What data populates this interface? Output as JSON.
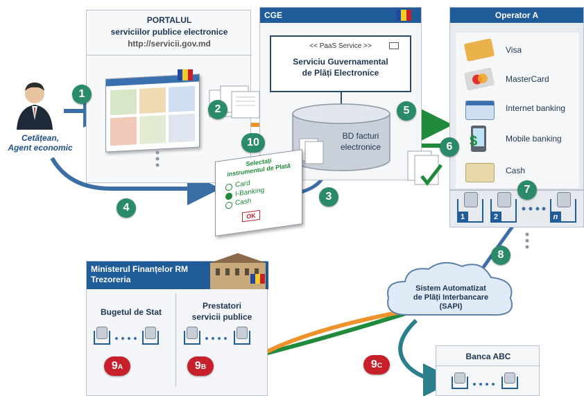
{
  "portal": {
    "title_line1": "PORTALUL",
    "title_line2": "serviciilor publice electronice",
    "url": "http://servicii.gov.md"
  },
  "cge": {
    "title": "CGE",
    "service_tag": "<< PaaS Service >>",
    "service_name_line1": "Serviciu Guvernamental",
    "service_name_line2": "de Plăți Electronice",
    "db_line1": "BD facturi",
    "db_line2": "electronice"
  },
  "operator": {
    "title": "Operator A",
    "items": [
      "Visa",
      "MasterCard",
      "Internet banking",
      "Mobile banking",
      "Cash"
    ],
    "accounts": [
      "1",
      "2",
      "n"
    ]
  },
  "citizen": {
    "line1": "Cetățean,",
    "line2": "Agent economic"
  },
  "form": {
    "title_line1": "Selectați",
    "title_line2": "instrumentul de Plată",
    "options": [
      "Card",
      "I-Banking",
      "Cash"
    ],
    "ok": "OK"
  },
  "ministry": {
    "title_line1": "Ministerul Finanțelor RM",
    "title_line2": "Trezoreria",
    "col1": "Bugetul de Stat",
    "col2_line1": "Prestatori",
    "col2_line2": "servicii publice"
  },
  "sapi": {
    "line1": "Sistem Automatizat",
    "line2": "de Plăți Interbancare",
    "line3": "(SAPI)"
  },
  "bank": {
    "title": "Banca ABC"
  },
  "steps": {
    "s1": "1",
    "s2": "2",
    "s3": "3",
    "s4": "4",
    "s5": "5",
    "s6": "6",
    "s7": "7",
    "s8": "8",
    "s9": "9",
    "s10": "10",
    "sub_a": "A",
    "sub_b": "B",
    "sub_c": "C"
  },
  "colors": {
    "navy": "#1f5c99",
    "green": "#2a8a6a",
    "red": "#c8202a",
    "arrow_green": "#1e8a3a",
    "arrow_orange": "#f0922b",
    "arrow_blue": "#3c6ea6"
  }
}
